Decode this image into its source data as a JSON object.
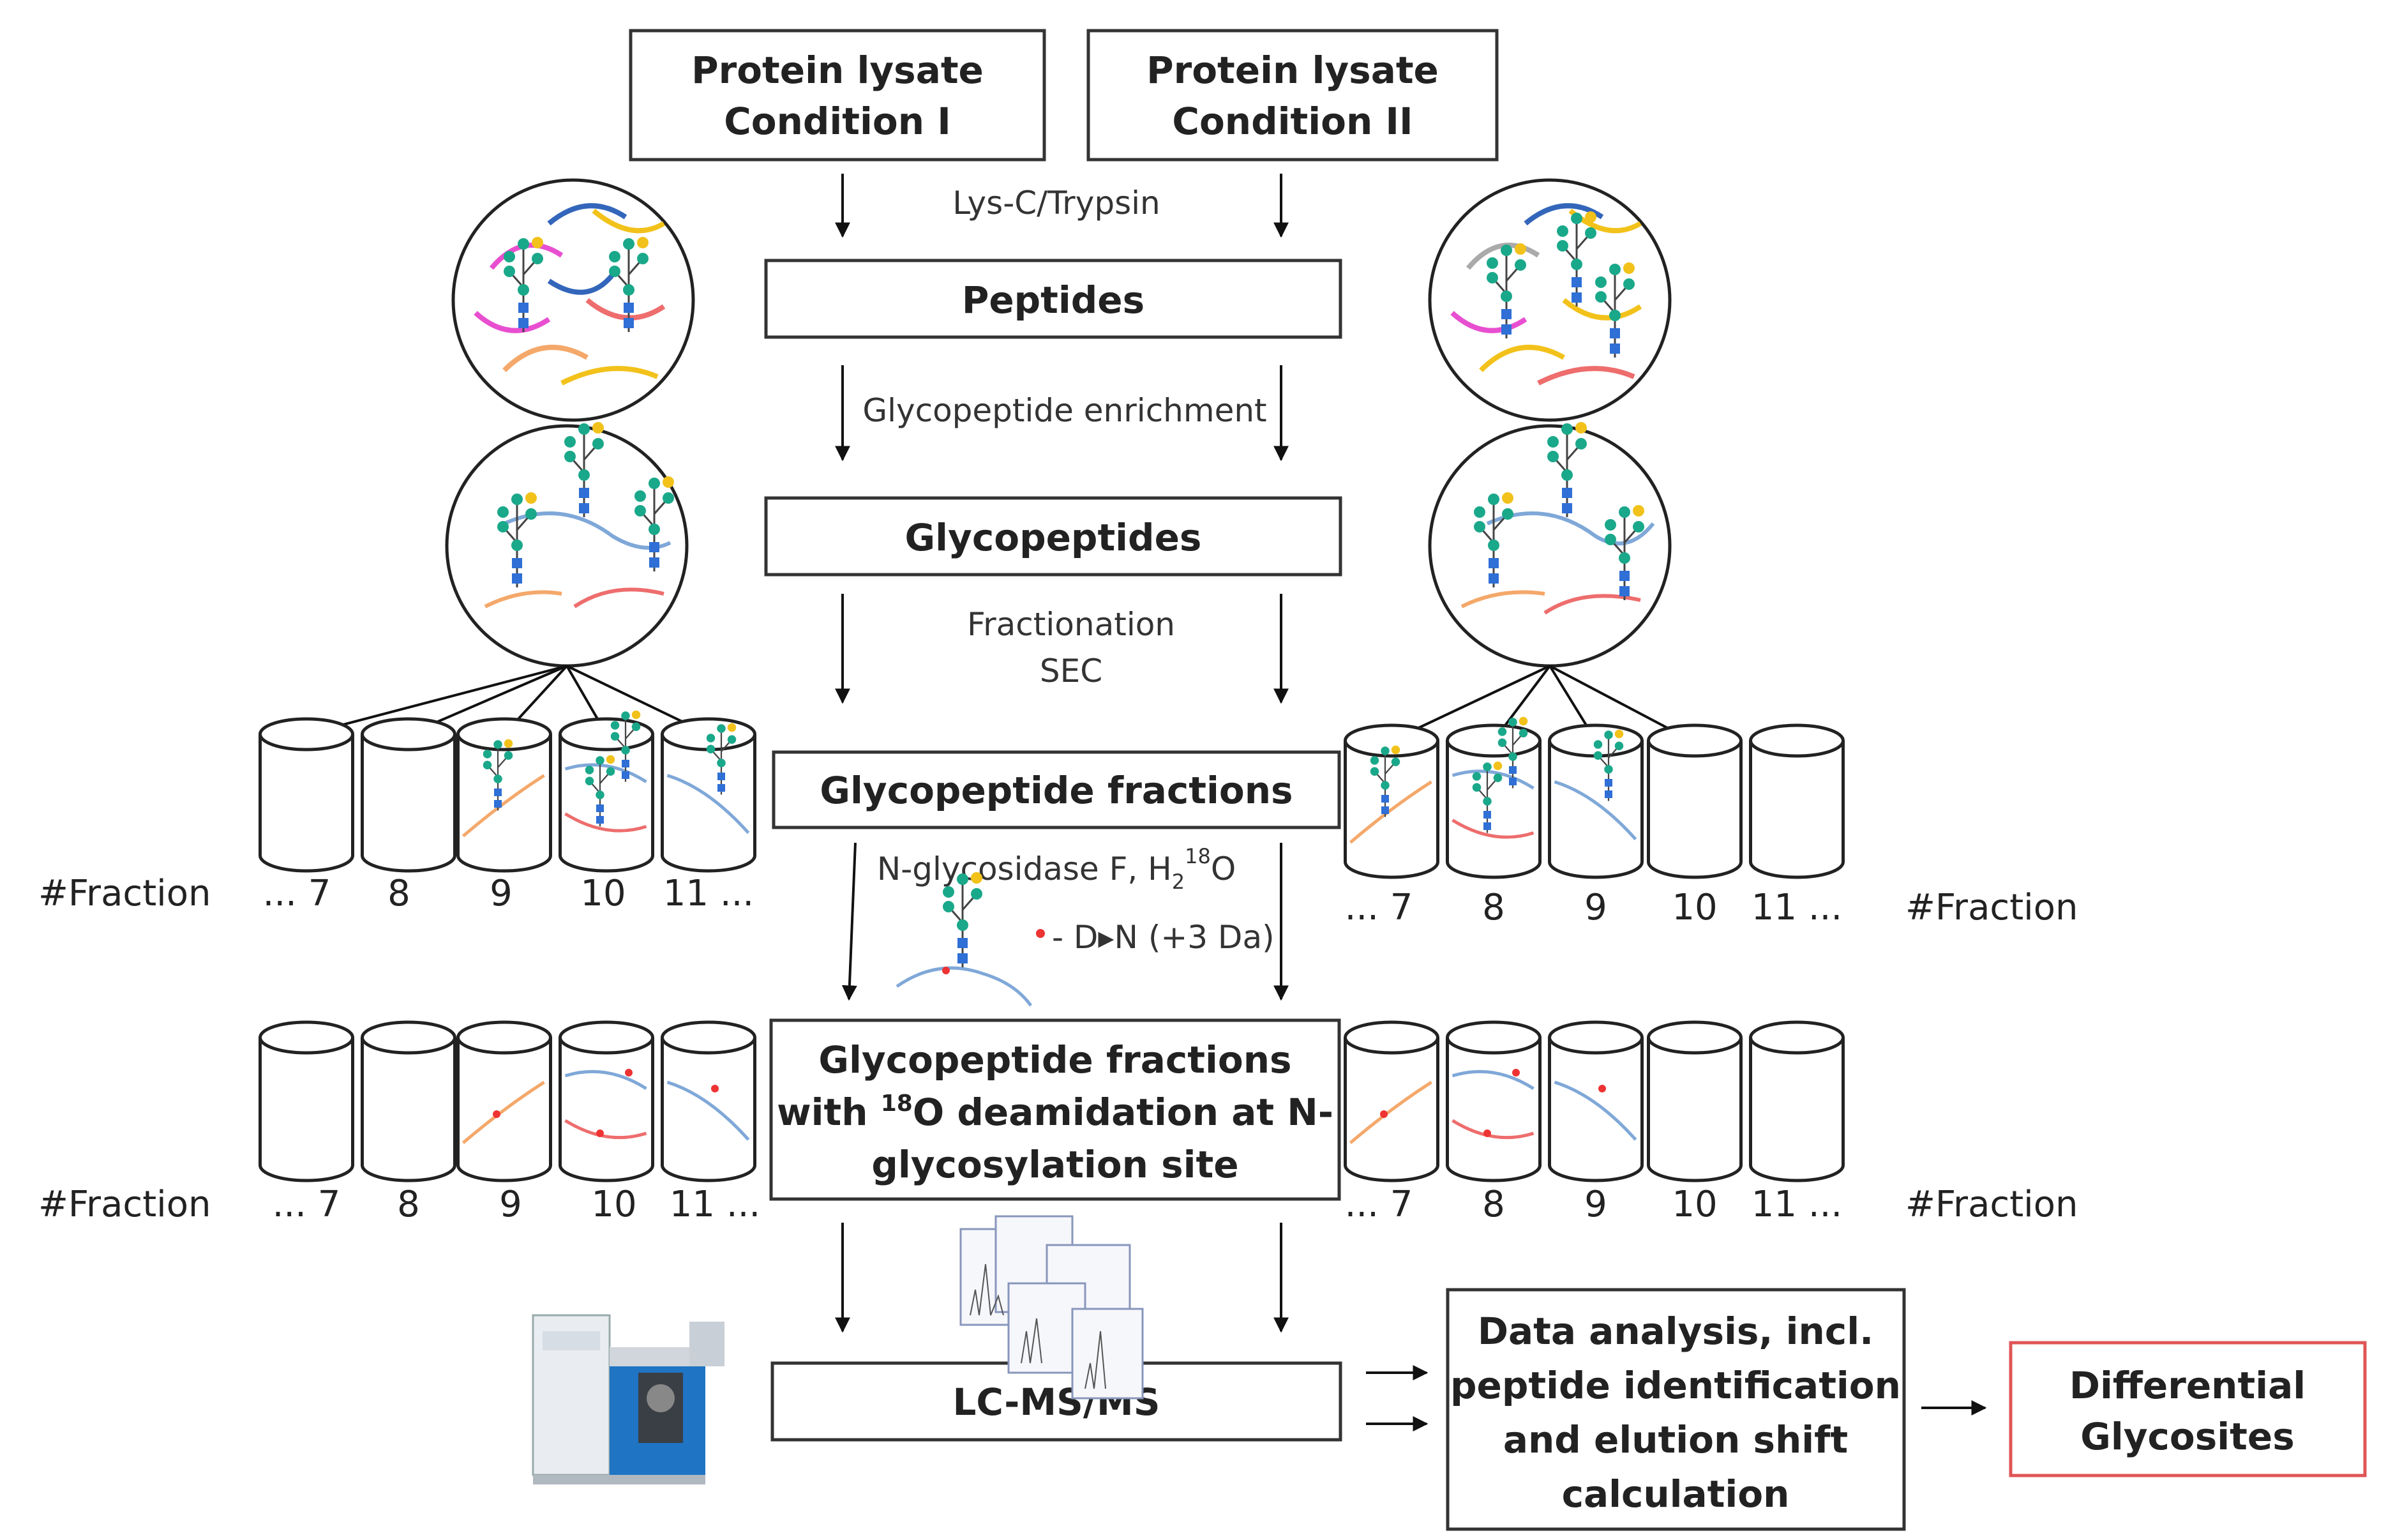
{
  "colors": {
    "box_border": "#333333",
    "result_border": "#e05555",
    "glycan_green": "#1aa88a",
    "glycan_blue": "#2f6fd6",
    "glycan_yellow": "#f2c21b",
    "peptide_blue": "#7fa8d8",
    "peptide_orange": "#f4a86a",
    "peptide_red": "#ee6d6d",
    "peptide_pink": "#e84fd0",
    "peptide_navy": "#3366bb",
    "peptide_gray": "#aaaaaa",
    "instrument_blue": "#1f74c4"
  },
  "boxes": {
    "lysate1": [
      "Protein lysate",
      "Condition I"
    ],
    "lysate2": [
      "Protein lysate",
      "Condition II"
    ],
    "peptides": "Peptides",
    "glycopeptides": "Glycopeptides",
    "fractions": "Glycopeptide fractions",
    "deamidated": {
      "line1": "Glycopeptide fractions",
      "line2_pre": "with ",
      "line2_sup": "18",
      "line2_post": "O deamidation at N-",
      "line3": "glycosylation site"
    },
    "lcms": "LC-MS/MS",
    "analysis": [
      "Data analysis, incl.",
      "peptide identification",
      "and elution shift",
      "calculation"
    ],
    "result": [
      "Differential",
      "Glycosites"
    ]
  },
  "steps": {
    "digest": "Lys-C/Trypsin",
    "enrich": "Glycopeptide enrichment",
    "fractionation": [
      "Fractionation",
      "SEC"
    ],
    "pngase": {
      "pre": "N-glycosidase F, H",
      "sub": "2",
      "sup": "18",
      "post": "O"
    },
    "legend": "- D▸N (+3 Da)"
  },
  "fraction_label": "#Fraction",
  "fraction_numbers": [
    "... 7",
    "8",
    "9",
    "10",
    "11 ..."
  ],
  "icons": {
    "sample_circle": "peptide-mixture-icon",
    "cylinder": "fraction-tube-icon",
    "instrument": "mass-spectrometer-icon",
    "spectra": "ms-spectra-icon"
  }
}
